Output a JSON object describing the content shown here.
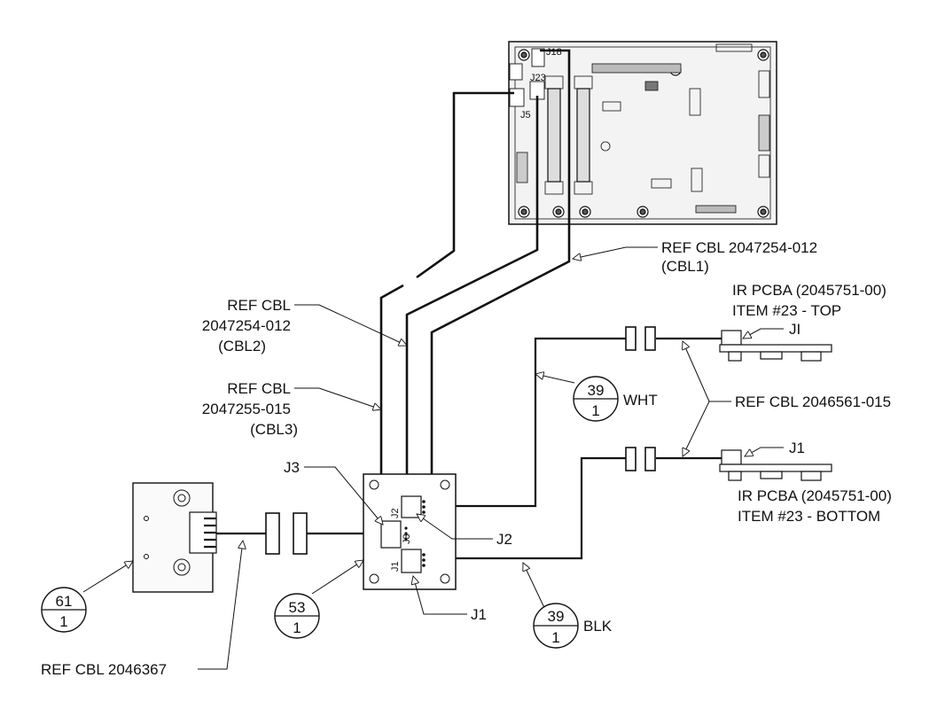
{
  "board": {
    "j18": "J18",
    "j23": "J23",
    "j5": "J5"
  },
  "labels": {
    "cbl1_line1": "REF CBL 2047254-012",
    "cbl1_line2": "(CBL1)",
    "cbl2_line1": "REF CBL",
    "cbl2_line2": "2047254-012",
    "cbl2_line3": "(CBL2)",
    "cbl3_line1": "REF CBL",
    "cbl3_line2": "2047255-015",
    "cbl3_line3": "(CBL3)",
    "ir_top_line1": "IR PCBA (2045751-00)",
    "ir_top_line2": "ITEM #23 - TOP",
    "ji": "JI",
    "ref_2046561": "REF CBL 2046561-015",
    "j1_bottom": "J1",
    "ir_bottom_line1": "IR PCBA (2045751-00)",
    "ir_bottom_line2": "ITEM #23 - BOTTOM",
    "j3_callout": "J3",
    "j2_callout": "J2",
    "j1_callout": "J1",
    "ref_2046367": "REF CBL 2046367",
    "wht": "WHT",
    "blk": "BLK"
  },
  "junction_board": {
    "j1": "J1",
    "j2": "J2",
    "j3": "J3"
  },
  "balloons": {
    "b39_wht": {
      "top": "39",
      "bottom": "1"
    },
    "b39_blk": {
      "top": "39",
      "bottom": "1"
    },
    "b61": {
      "top": "61",
      "bottom": "1"
    },
    "b53": {
      "top": "53",
      "bottom": "1"
    }
  }
}
